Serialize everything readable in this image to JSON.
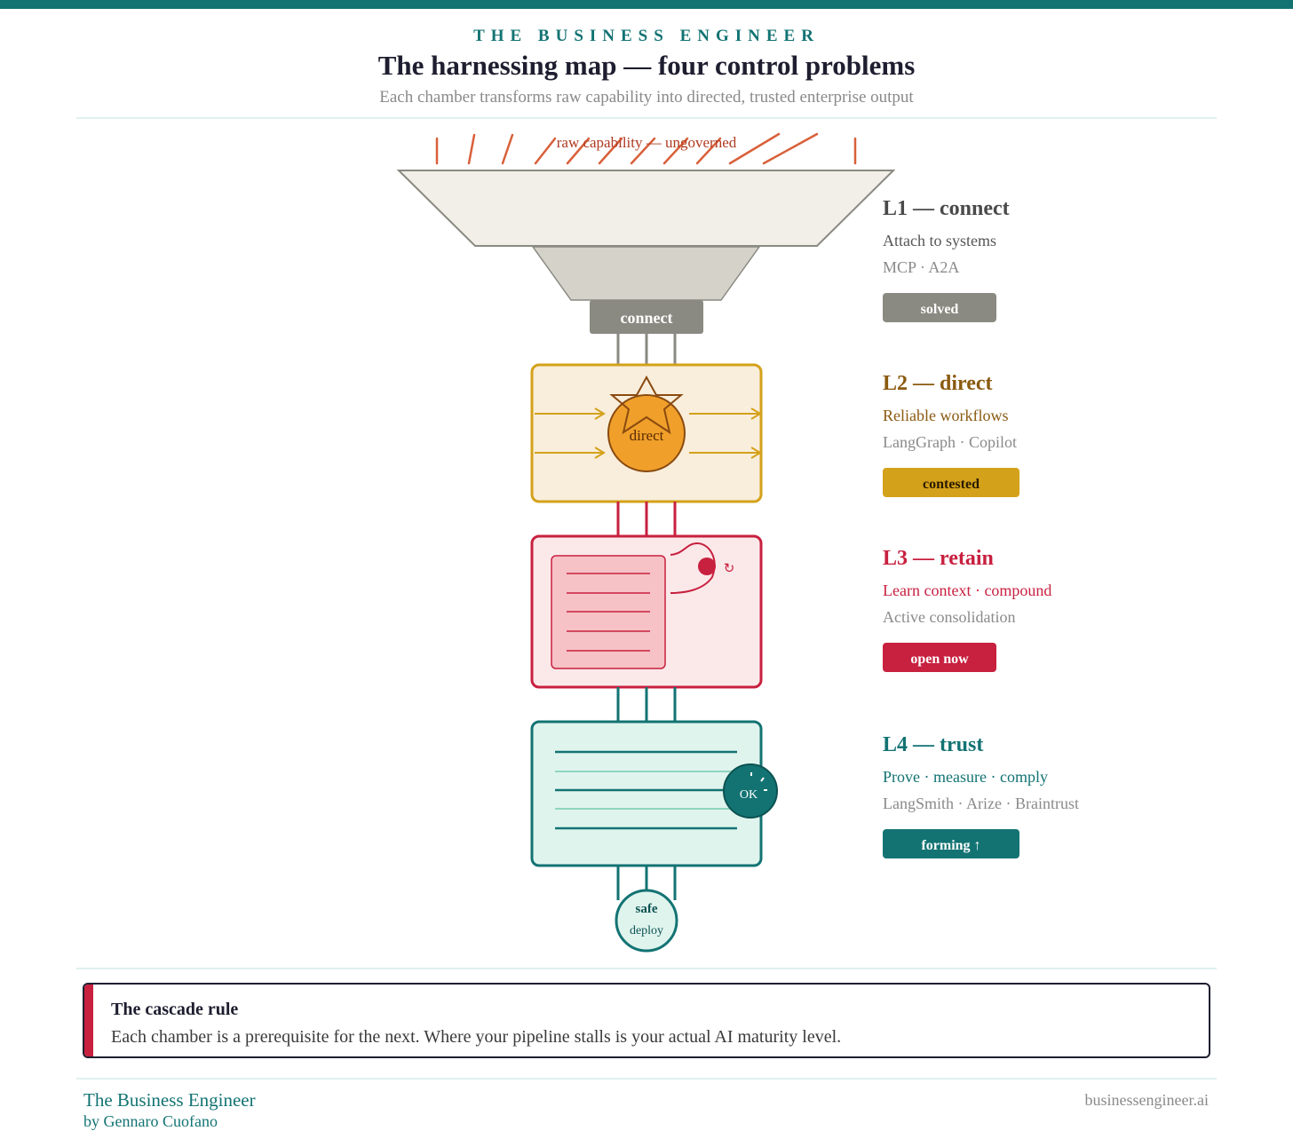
{
  "header": {
    "brand": "THE BUSINESS ENGINEER",
    "title": "The harnessing map — four control problems",
    "subtitle": "Each chamber transforms raw capability into directed, trusted enterprise output"
  },
  "diagram": {
    "raw_label": "raw capability — ungoverned",
    "connect_label": "connect",
    "direct_label": "direct",
    "retain_symbol": "↻",
    "ok_label": "OK",
    "safe_label": "safe",
    "deploy_label": "deploy"
  },
  "layers": [
    {
      "title": "L1 — connect",
      "desc": "Attach to systems",
      "examples": "MCP · A2A",
      "badge": "solved",
      "color": "#4a4a4a",
      "badge_color": "#8a8a82"
    },
    {
      "title": "L2 — direct",
      "desc": "Reliable workflows",
      "examples": "LangGraph · Copilot",
      "badge": "contested",
      "color": "#8a5a10",
      "badge_color": "#d4a11a"
    },
    {
      "title": "L3 — retain",
      "desc": "Learn context · compound",
      "examples": "Active consolidation",
      "badge": "open now",
      "color": "#c8203f",
      "badge_color": "#c8203f"
    },
    {
      "title": "L4 — trust",
      "desc": "Prove · measure · comply",
      "examples": "LangSmith · Arize · Braintrust",
      "badge": "forming ↑",
      "color": "#137373",
      "badge_color": "#137373"
    }
  ],
  "callout": {
    "title": "The cascade rule",
    "text": "Each chamber is a prerequisite for the next. Where your pipeline stalls is your actual AI maturity level."
  },
  "footer": {
    "brand": "The Business Engineer",
    "byline": "by Gennaro Cuofano",
    "site": "businessengineer.ai"
  }
}
